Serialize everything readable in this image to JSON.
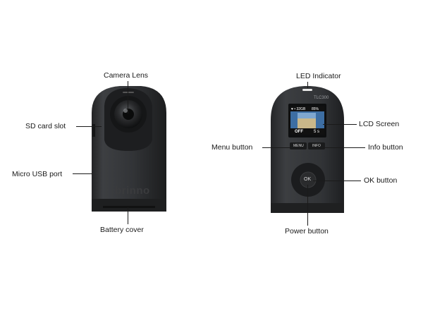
{
  "front_camera": {
    "brand": "brinno",
    "callouts": {
      "lens": "Camera Lens",
      "sd_slot": "SD card slot",
      "usb_port": "Micro USB port",
      "battery_cover": "Battery cover"
    }
  },
  "back_camera": {
    "model": "TLC300",
    "screen": {
      "status": "♥ • 32GB",
      "battery": "85%",
      "mode": "OFF",
      "interval": "5 s"
    },
    "button_labels": {
      "menu": "MENU",
      "info": "INFO",
      "ok": "OK"
    },
    "callouts": {
      "led": "LED Indicator",
      "lcd": "LCD Screen",
      "menu": "Menu button",
      "info": "Info button",
      "ok": "OK button",
      "power": "Power button"
    }
  },
  "colors": {
    "body": "#2e2f31",
    "body_light": "#46484b",
    "band": "#1f2021",
    "leader_line": "#1a1a1a"
  }
}
